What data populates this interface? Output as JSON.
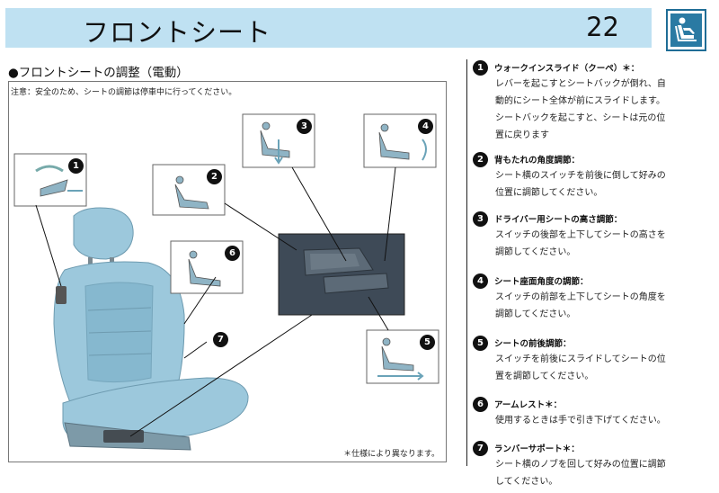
{
  "header": {
    "title": "フロントシート",
    "page_number": "22"
  },
  "logo": {
    "icon": "seat-icon"
  },
  "section": {
    "title": "●フロントシートの調整（電動）"
  },
  "figure": {
    "note": "注意：安全のため、シートの調節は停車中に行ってください。",
    "footnote": "＊仕様により異なります。",
    "callouts": [
      "1",
      "2",
      "3",
      "4",
      "5",
      "6",
      "7"
    ]
  },
  "instructions": [
    {
      "num": "1",
      "title": "ウォークインスライド（クーペ）＊：",
      "lines": [
        "レバーを起こすとシートバックが倒れ、自",
        "動的にシート全体が前にスライドします。",
        "シートバックを起こすと、シートは元の位",
        "置に戻ります"
      ]
    },
    {
      "num": "2",
      "title": "背もたれの角度調節：",
      "lines": [
        "シート横のスイッチを前後に倒して好みの",
        "位置に調節してください。"
      ]
    },
    {
      "num": "3",
      "title": "ドライバー用シートの高さ調節：",
      "lines": [
        "スイッチの後部を上下してシートの高さを",
        "調節してください。"
      ]
    },
    {
      "num": "4",
      "title": "シート座面角度の調節：",
      "lines": [
        "スイッチの前部を上下してシートの角度を",
        "調節してください。"
      ]
    },
    {
      "num": "5",
      "title": "シートの前後調節：",
      "lines": [
        "スイッチを前後にスライドしてシートの位",
        "置を調節してください。"
      ]
    },
    {
      "num": "6",
      "title": "アームレスト＊：",
      "lines": [
        "使用するときは手で引き下げてください。"
      ]
    },
    {
      "num": "7",
      "title": "ランバーサポート＊：",
      "lines": [
        "シート横のノブを回して好みの位置に調節",
        "してください。"
      ]
    }
  ],
  "colors": {
    "header_bg": "#bfe1f2",
    "seat": "#9cc8dc",
    "logo": "#2a7aa3"
  }
}
